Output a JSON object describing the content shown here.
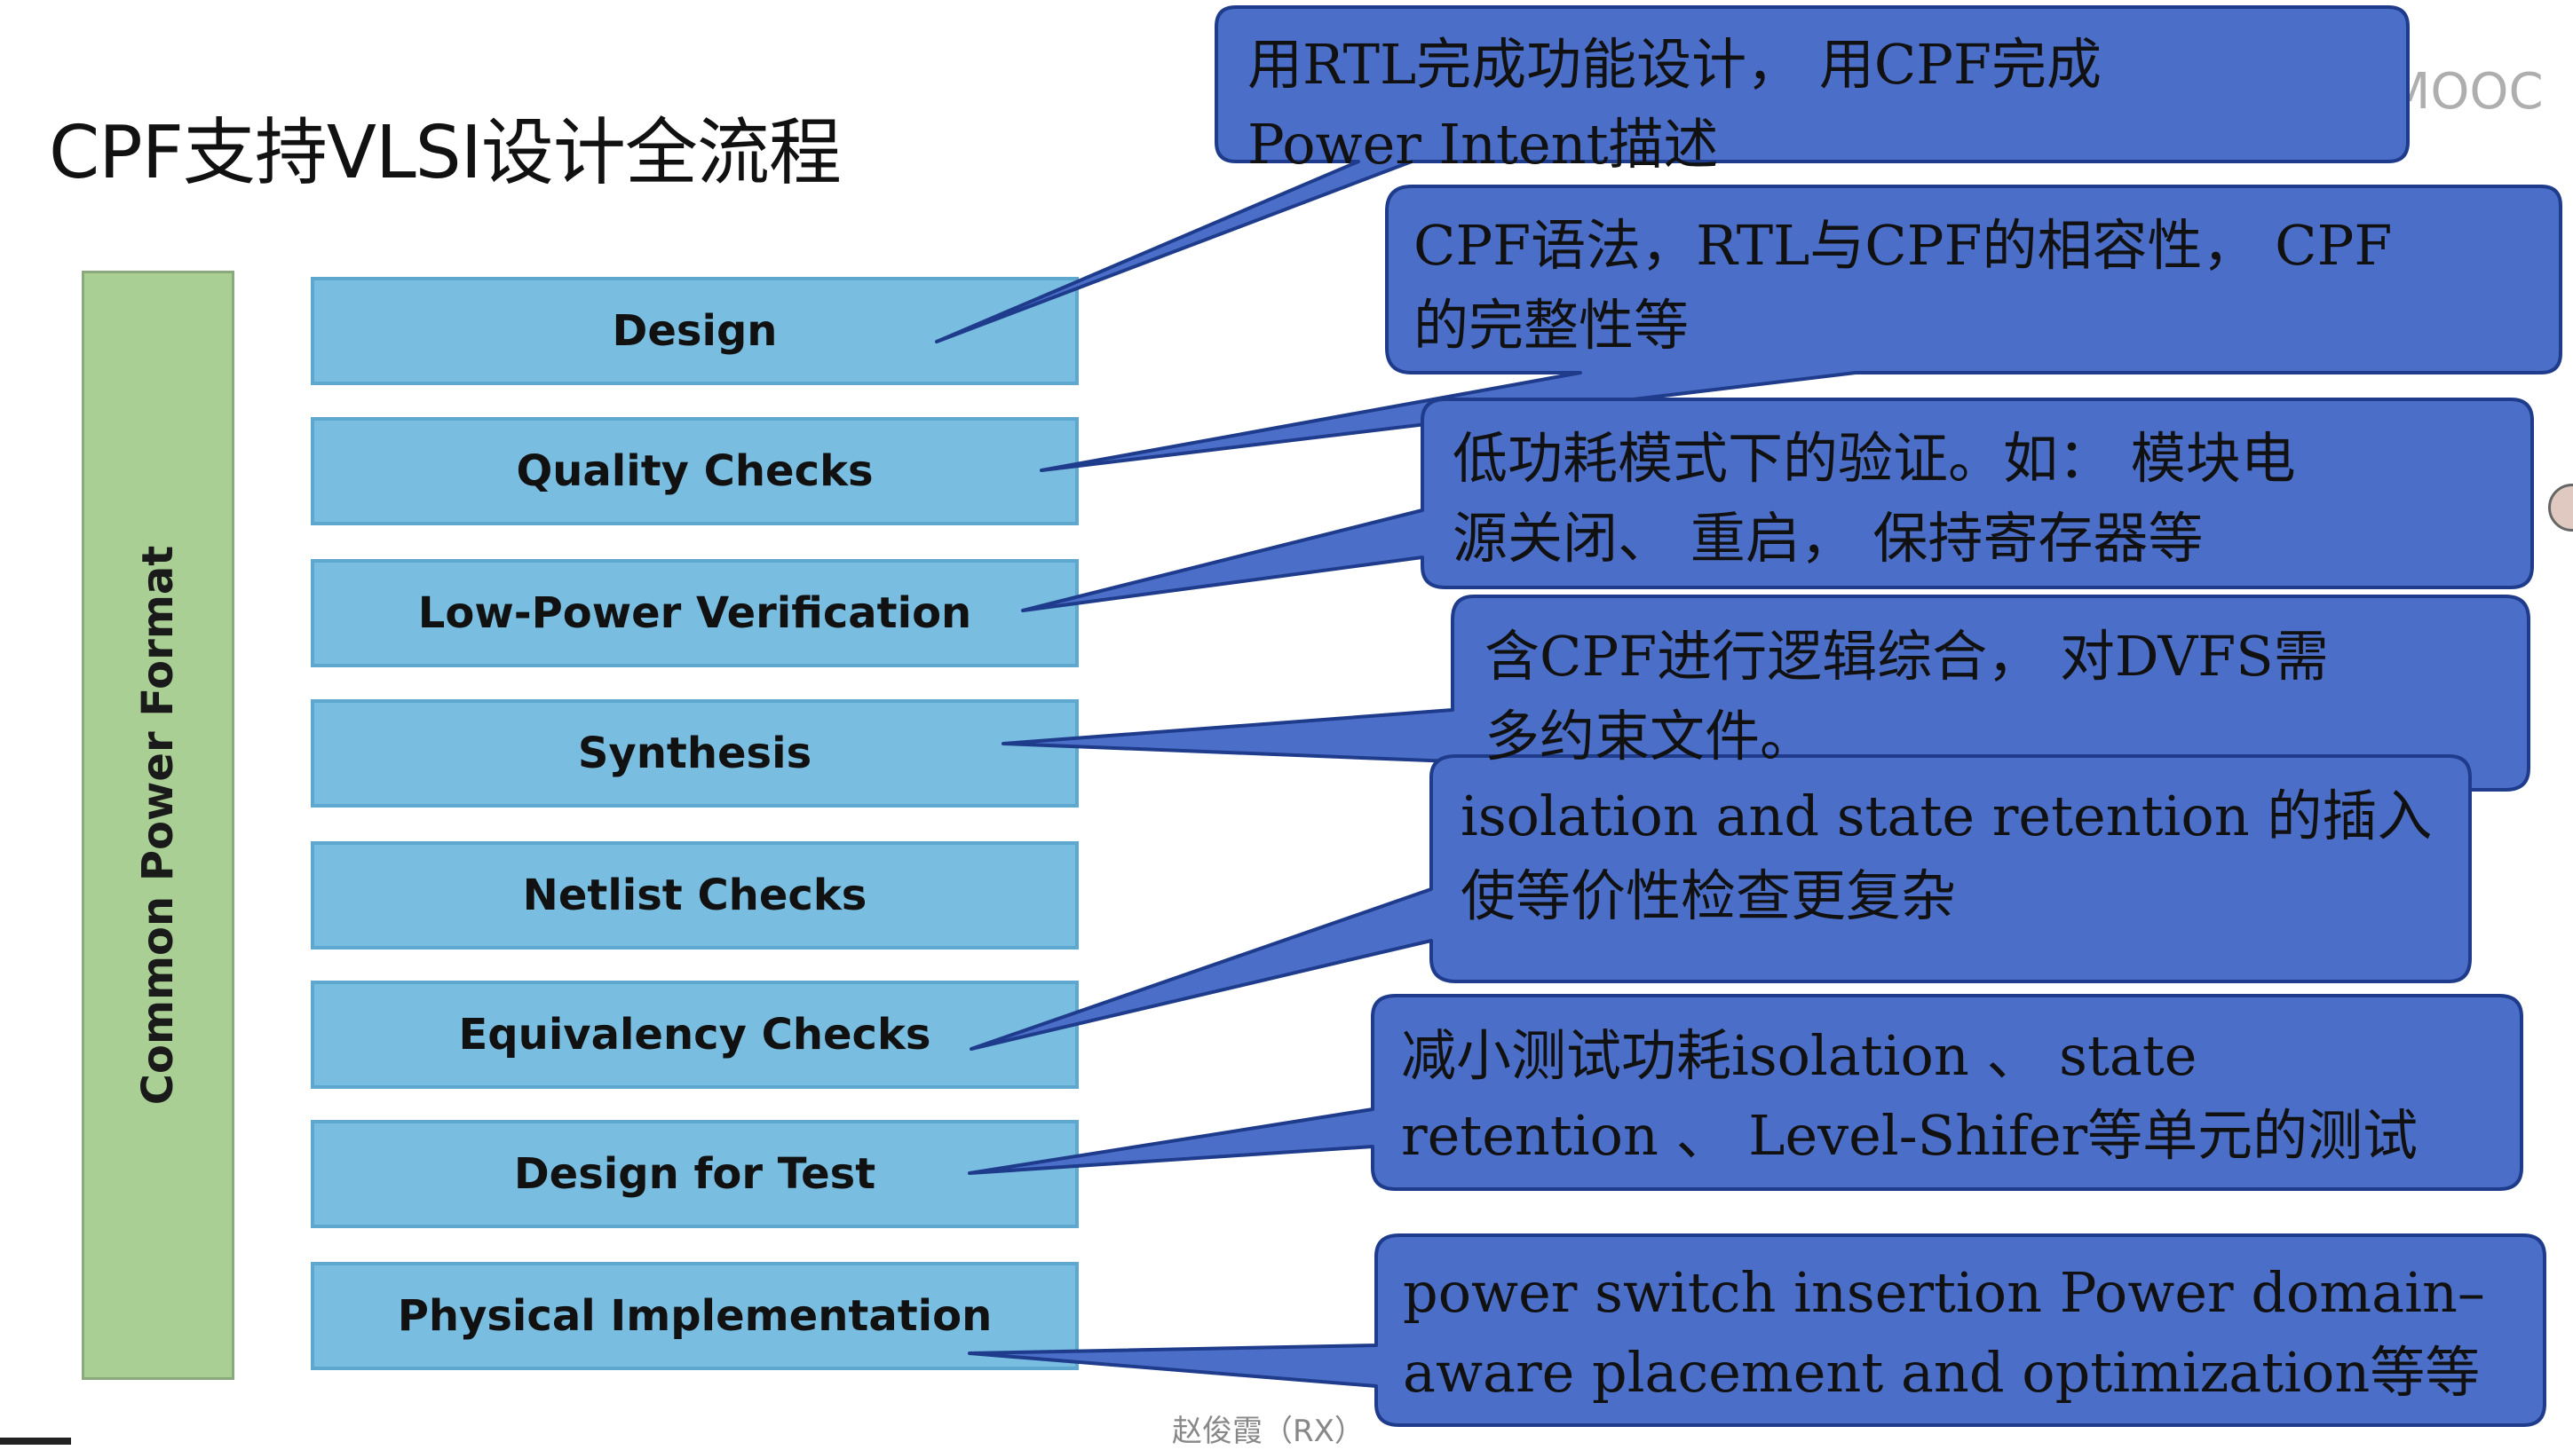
{
  "title": "CPF支持VLSI设计全流程",
  "logo": "中国大学MOOC",
  "sidebar_label": "Common Power Format",
  "steps": [
    "Design",
    "Quality Checks",
    "Low-Power Verification",
    "Synthesis",
    "Netlist Checks",
    "Equivalency Checks",
    "Design for Test",
    "Physical Implementation"
  ],
  "callouts": {
    "design": {
      "line1": "用RTL完成功能设计， 用CPF完成",
      "line2": "Power Intent描述"
    },
    "quality": {
      "line1": "CPF语法，RTL与CPF的相容性， CPF",
      "line2": "的完整性等"
    },
    "lowpower": {
      "line1": "低功耗模式下的验证。如： 模块电",
      "line2": "源关闭、 重启， 保持寄存器等"
    },
    "synthesis": {
      "line1": "含CPF进行逻辑综合， 对DVFS需",
      "line2": "多约束文件。"
    },
    "equivalency": {
      "line1": "isolation and state retention 的插入",
      "line2": "使等价性检查更复杂"
    },
    "dft": {
      "line1": "减小测试功耗isolation 、  state",
      "line2": "retention 、 Level-Shifer等单元的测试"
    },
    "physical": {
      "line1": "power switch insertion Power domain–",
      "line2": "aware placement and optimization等等"
    }
  },
  "footer": "赵俊霞（RX）",
  "colors": {
    "callout_fill": "#4b6fc9",
    "callout_border": "#1f3c8c",
    "step_fill": "#79bde0",
    "sidebar_fill": "#a9cf95"
  }
}
